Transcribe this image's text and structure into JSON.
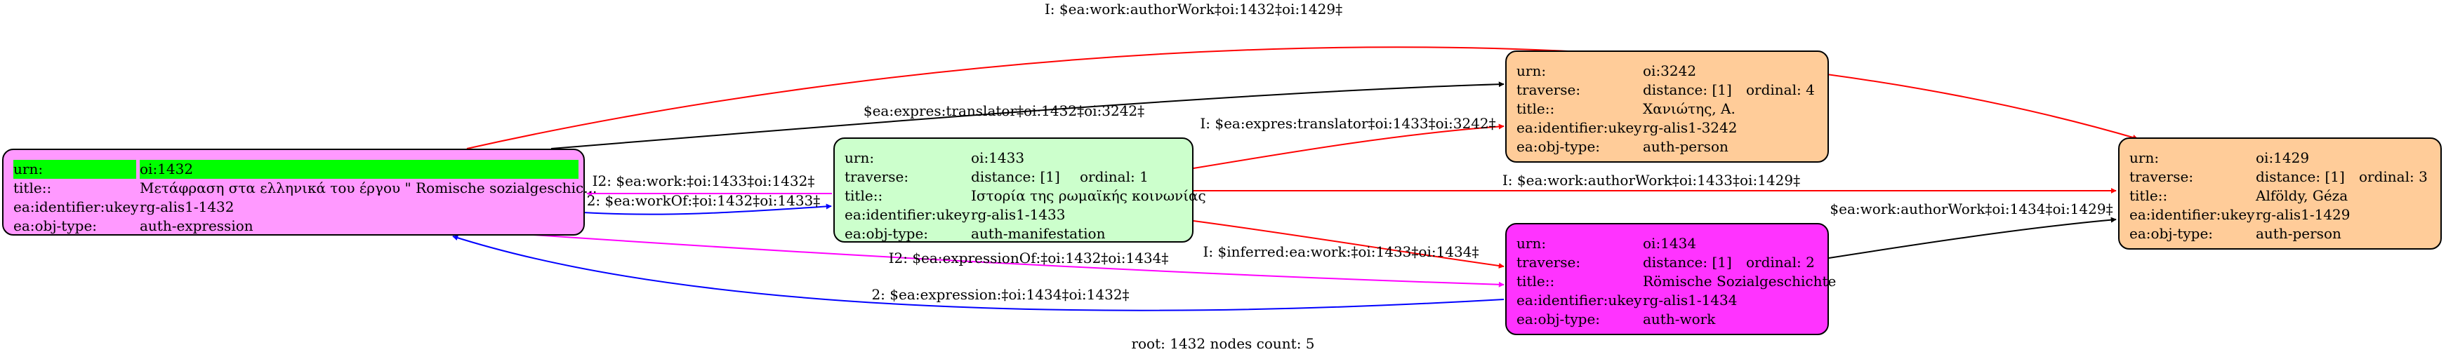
{
  "colors": {
    "expression_fill": "#ff99ff",
    "manifestation_fill": "#ccffcc",
    "person_fill": "#ffcc99",
    "work_fill": "#ff33ff",
    "highlight": "#00ff00",
    "edge_black": "#000000",
    "edge_red": "#ff0000",
    "edge_blue": "#0000ff",
    "edge_magenta": "#ff00ff"
  },
  "nodes": {
    "n1432": {
      "urn_key": "urn:",
      "urn": "oi:1432",
      "title_key": "title::",
      "title": "Μετάφραση στα ελληνικά του έργου  \" Romische sozialgeschic...",
      "ukey_key": "ea:identifier:ukey",
      "ukey": "rg-alis1-1432",
      "type_key": "ea:obj-type:",
      "type": "auth-expression"
    },
    "n1433": {
      "urn_key": "urn:",
      "urn": "oi:1433",
      "traverse_key": "traverse:",
      "distance": "distance: [1]",
      "ordinal": "ordinal: 1",
      "title_key": "title::",
      "title": "Ιστορία της ρωμαϊκής κοινωνίας",
      "ukey_key": "ea:identifier:ukey",
      "ukey": "rg-alis1-1433",
      "type_key": "ea:obj-type:",
      "type": "auth-manifestation"
    },
    "n3242": {
      "urn_key": "urn:",
      "urn": "oi:3242",
      "traverse_key": "traverse:",
      "distance": "distance: [1]",
      "ordinal": "ordinal: 4",
      "title_key": "title::",
      "title": "Χανιώτης, Α.",
      "ukey_key": "ea:identifier:ukey",
      "ukey": "rg-alis1-3242",
      "type_key": "ea:obj-type:",
      "type": "auth-person"
    },
    "n1434": {
      "urn_key": "urn:",
      "urn": "oi:1434",
      "traverse_key": "traverse:",
      "distance": "distance: [1]",
      "ordinal": "ordinal: 2",
      "title_key": "title::",
      "title": "Römische Sozialgeschichte",
      "ukey_key": "ea:identifier:ukey",
      "ukey": "rg-alis1-1434",
      "type_key": "ea:obj-type:",
      "type": "auth-work"
    },
    "n1429": {
      "urn_key": "urn:",
      "urn": "oi:1429",
      "traverse_key": "traverse:",
      "distance": "distance: [1]",
      "ordinal": "ordinal: 3",
      "title_key": "title::",
      "title": "Alföldy, Géza",
      "ukey_key": "ea:identifier:ukey",
      "ukey": "rg-alis1-1429",
      "type_key": "ea:obj-type:",
      "type": "auth-person"
    }
  },
  "edges": [
    {
      "id": "authorwork-1432-1429",
      "label": "I: $ea:work:authorWork‡oi:1432‡oi:1429‡",
      "color": "#ff0000"
    },
    {
      "id": "translator-1432-3242",
      "label": "$ea:expres:translator‡oi:1432‡oi:3242‡",
      "color": "#000000"
    },
    {
      "id": "translator-1433-3242",
      "label": "I: $ea:expres:translator‡oi:1433‡oi:3242‡",
      "color": "#ff0000"
    },
    {
      "id": "work-1433-1432",
      "label": "I2: $ea:work:‡oi:1433‡oi:1432‡",
      "color": "#ff00ff"
    },
    {
      "id": "workof-1432-1433",
      "label": "2: $ea:workOf:‡oi:1432‡oi:1433‡",
      "color": "#0000ff"
    },
    {
      "id": "authorwork-1433-1429",
      "label": "I: $ea:work:authorWork‡oi:1433‡oi:1429‡",
      "color": "#ff0000"
    },
    {
      "id": "inferred-1433-1434",
      "label": "I: $inferred:ea:work:‡oi:1433‡oi:1434‡",
      "color": "#ff0000"
    },
    {
      "id": "authorwork-1434-1429",
      "label": "$ea:work:authorWork‡oi:1434‡oi:1429‡",
      "color": "#000000"
    },
    {
      "id": "expressionof-1432-1434",
      "label": "I2: $ea:expressionOf:‡oi:1432‡oi:1434‡",
      "color": "#ff00ff"
    },
    {
      "id": "expression-1434-1432",
      "label": "2: $ea:expression:‡oi:1434‡oi:1432‡",
      "color": "#0000ff"
    }
  ],
  "footer": "root: 1432 nodes count: 5"
}
